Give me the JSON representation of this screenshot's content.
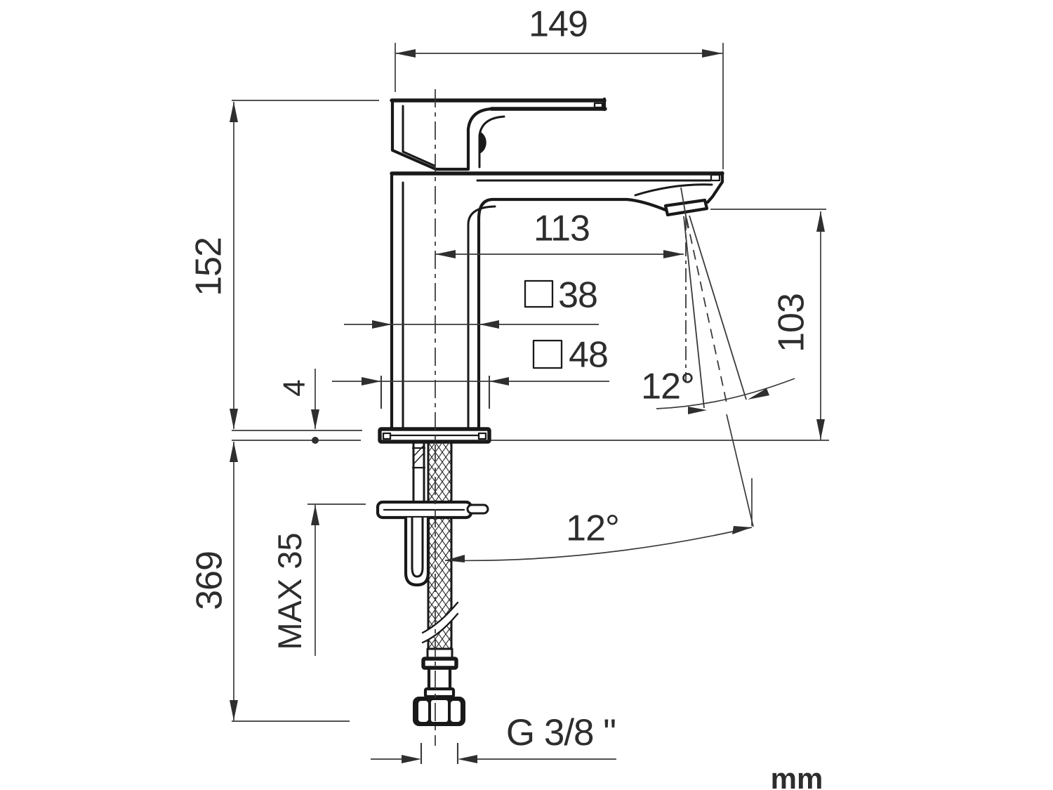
{
  "drawing": {
    "type": "faucet installation dimensional drawing",
    "unit_label": "mm",
    "square_symbol": "□",
    "labels": {
      "overall_reach": "149",
      "height_above_deck": "152",
      "spout_reach": "113",
      "body_section": "38",
      "base_section": "48",
      "plate_thickness": "4",
      "outlet_height": "103",
      "stream_angle": "12°",
      "install_angle": "12°",
      "overall_height": "369",
      "max_counter": "MAX 35",
      "thread": "G 3/8 \"",
      "unit": "mm"
    }
  }
}
